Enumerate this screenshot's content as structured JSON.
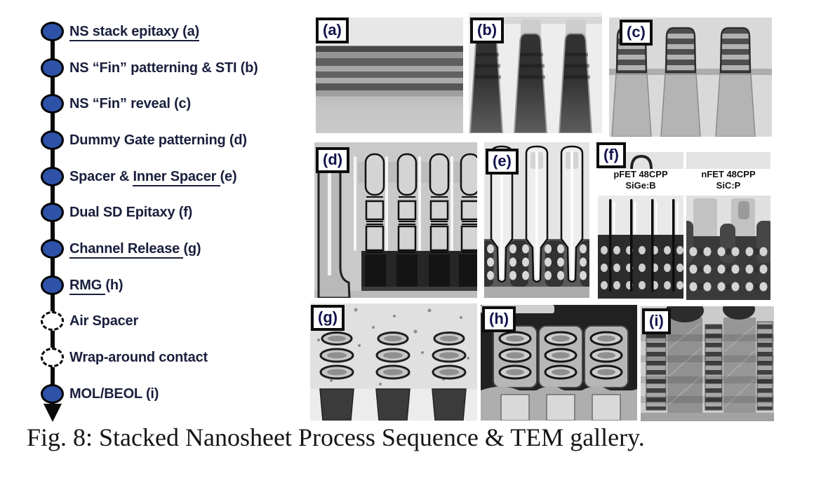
{
  "figure_caption": "Fig. 8: Stacked Nanosheet Process Sequence & TEM gallery.",
  "colors": {
    "flow_node_fill": "#2d52a8",
    "flow_text": "#1a1f3d",
    "panel_label_text": "#12124e"
  },
  "process_flow": {
    "steps": [
      {
        "marker": "filled",
        "pre": "",
        "underlined": "NS stack epitaxy (a)",
        "post": ""
      },
      {
        "marker": "filled",
        "pre": "NS “Fin” patterning & STI (b)",
        "underlined": "",
        "post": ""
      },
      {
        "marker": "filled",
        "pre": "NS “Fin” reveal (c)",
        "underlined": "",
        "post": ""
      },
      {
        "marker": "filled",
        "pre": "Dummy Gate patterning (d)",
        "underlined": "",
        "post": ""
      },
      {
        "marker": "filled",
        "pre": "Spacer & ",
        "underlined": "Inner Spacer ",
        "post": "(e)"
      },
      {
        "marker": "filled",
        "pre": "Dual SD Epitaxy (f)",
        "underlined": "",
        "post": ""
      },
      {
        "marker": "filled",
        "pre": "",
        "underlined": "Channel Release ",
        "post": "(g)"
      },
      {
        "marker": "filled",
        "pre": "",
        "underlined": "RMG ",
        "post": "(h)"
      },
      {
        "marker": "dashed",
        "pre": "Air Spacer",
        "underlined": "",
        "post": ""
      },
      {
        "marker": "dashed",
        "pre": "Wrap-around contact",
        "underlined": "",
        "post": ""
      },
      {
        "marker": "filled",
        "pre": "MOL/BEOL (i)",
        "underlined": "",
        "post": ""
      }
    ]
  },
  "gallery": {
    "panels": [
      {
        "label": "(a)"
      },
      {
        "label": "(b)"
      },
      {
        "label": "(c)"
      },
      {
        "label": "(d)"
      },
      {
        "label": "(e)"
      },
      {
        "label": "(f)",
        "sub": [
          {
            "line1": "pFET 48CPP",
            "line2": "SiGe:B"
          },
          {
            "line1": "nFET 48CPP",
            "line2": "SiC:P"
          }
        ]
      },
      {
        "label": "(g)"
      },
      {
        "label": "(h)"
      },
      {
        "label": "(i)"
      }
    ]
  }
}
